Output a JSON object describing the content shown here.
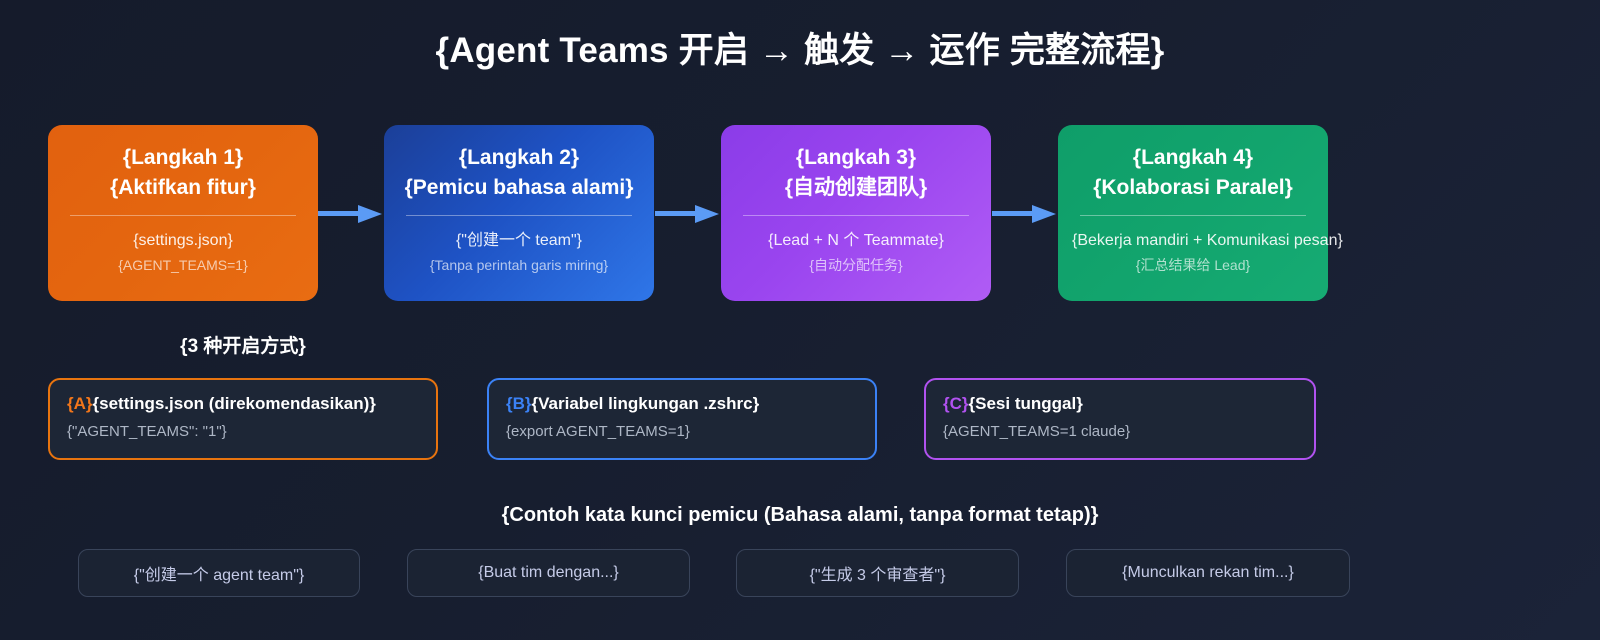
{
  "title": "{Agent Teams 开启 → 触发 → 运作 完整流程}",
  "colors": {
    "background": "#161d2e",
    "arrow": "#5b9bf5",
    "step1": "#e2610f",
    "step2": "#1e52c4",
    "step3": "#9a45ef",
    "step4": "#12a46d",
    "option_a": "#e8740f",
    "option_b": "#3b82f6",
    "option_c": "#b152f0"
  },
  "steps": [
    {
      "title_line1": "{Langkah 1}",
      "title_line2": "{Aktifkan fitur}",
      "sub1": "{settings.json}",
      "sub2": "{AGENT_TEAMS=1}"
    },
    {
      "title_line1": "{Langkah 2}",
      "title_line2": "{Pemicu bahasa alami}",
      "sub1": "{\"创建一个 team\"}",
      "sub2": "{Tanpa perintah garis miring}"
    },
    {
      "title_line1": "{Langkah 3}",
      "title_line2": "{自动创建团队}",
      "sub1": "{Lead + N 个 Teammate}",
      "sub2": "{自动分配任务}"
    },
    {
      "title_line1": "{Langkah 4}",
      "title_line2": "{Kolaborasi Paralel}",
      "sub1": "{Bekerja mandiri + Komunikasi pesan}",
      "sub2": "{汇总结果给 Lead}"
    }
  ],
  "arrows": [
    {
      "name": "arrow-step1-to-step2"
    },
    {
      "name": "arrow-step2-to-step3"
    },
    {
      "name": "arrow-step3-to-step4"
    }
  ],
  "ways": {
    "heading": "{3 种开启方式}",
    "options": [
      {
        "key": "{A}",
        "title": "{settings.json (direkomendasikan)}",
        "sub": "{\"AGENT_TEAMS\": \"1\"}"
      },
      {
        "key": "{B}",
        "title": "{Variabel lingkungan .zshrc}",
        "sub": "{export AGENT_TEAMS=1}"
      },
      {
        "key": "{C}",
        "title": "{Sesi tunggal}",
        "sub": "{AGENT_TEAMS=1 claude}"
      }
    ]
  },
  "keywords": {
    "heading": "{Contoh kata kunci pemicu (Bahasa alami, tanpa format tetap)}",
    "pills": [
      "{\"创建一个 agent team\"}",
      "{Buat tim dengan...}",
      "{\"生成 3 个审查者\"}",
      "{Munculkan rekan tim...}"
    ]
  }
}
